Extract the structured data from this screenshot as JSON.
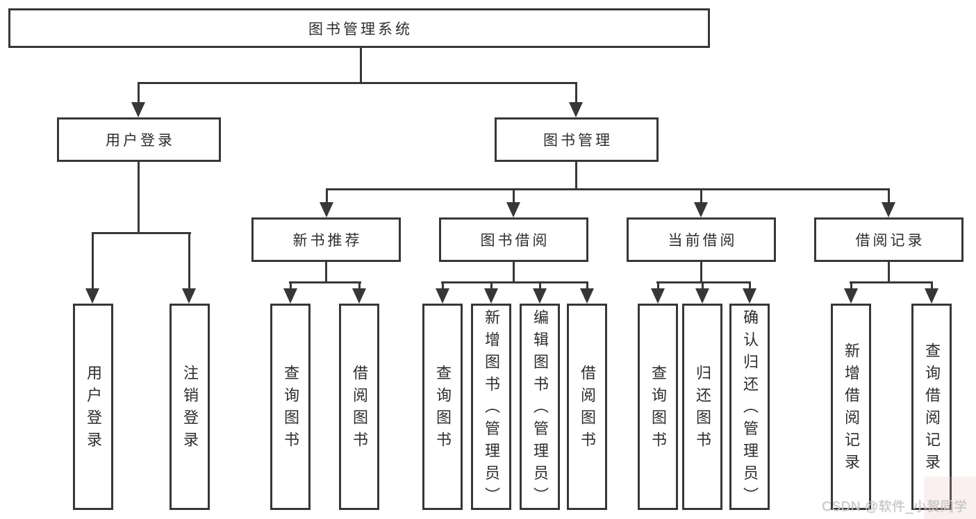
{
  "tree": {
    "label": "图书管理系统",
    "children": [
      {
        "label": "用户登录",
        "children": [
          {
            "label": "用户登录"
          },
          {
            "label": "注销登录"
          }
        ]
      },
      {
        "label": "图书管理",
        "children": [
          {
            "label": "新书推荐",
            "children": [
              {
                "label": "查询图书"
              },
              {
                "label": "借阅图书"
              }
            ]
          },
          {
            "label": "图书借阅",
            "children": [
              {
                "label": "查询图书"
              },
              {
                "label": "新增图书（管理员）"
              },
              {
                "label": "编辑图书（管理员）"
              },
              {
                "label": "借阅图书"
              }
            ]
          },
          {
            "label": "当前借阅",
            "children": [
              {
                "label": "查询图书"
              },
              {
                "label": "归还图书"
              },
              {
                "label": "确认归还（管理员）"
              }
            ]
          },
          {
            "label": "借阅记录",
            "children": [
              {
                "label": "新增借阅记录"
              },
              {
                "label": "查询借阅记录"
              }
            ]
          }
        ]
      }
    ]
  },
  "watermark": {
    "text": "CSDN @软件_小贺同学"
  },
  "colors": {
    "line": "#373737",
    "text": "#2d2d2d",
    "background": "#ffffff",
    "watermark": "#c7c7c7"
  },
  "icons": {
    "arrow_down_icon": "css-triangle-down"
  }
}
